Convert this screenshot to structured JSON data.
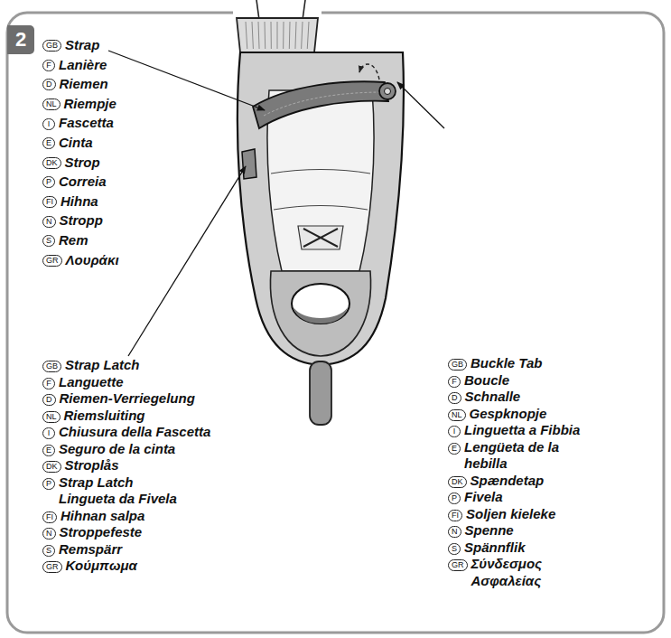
{
  "diagram": {
    "labels": [
      "2",
      "GB",
      "Strap",
      "F",
      "Lanière",
      "D",
      "Riemen",
      "NL",
      "Riempje",
      "I",
      "Fascetta",
      "E",
      "Cinta",
      "DK",
      "Strop",
      "P",
      "Correia",
      "FI",
      "Hihna",
      "N",
      "Stropp",
      "S",
      "Rem",
      "GR",
      "Λουράκι",
      "GB",
      "Buckle Tab",
      "F",
      "Boucle",
      "D",
      "Schnalle",
      "NL",
      "Gespknopje",
      "I",
      "Linguetta a Fibbia",
      "E",
      "Lengüeta de la hebilla",
      "DK",
      "Spændetap",
      "P",
      "Fivela",
      "FI",
      "Soljen kieleke",
      "N",
      "Spenne",
      "S",
      "Spännflik",
      "GR",
      "Σύνδεσμος Ασφαλείας",
      "GB",
      "Strap Latch",
      "F",
      "Languette",
      "D",
      "Riemen-Verriegelung",
      "NL",
      "Riemsluiting",
      "I",
      "Chiusura della Fascetta",
      "E",
      "Seguro de la cinta",
      "DK",
      "Stroplås",
      "P",
      "Strap Latch Lingueta da Fivela",
      "FI",
      "Hihnan salpa",
      "N",
      "Stroppefeste",
      "S",
      "Remspärr",
      "GR",
      "Κούμπωμα"
    ]
  }
}
